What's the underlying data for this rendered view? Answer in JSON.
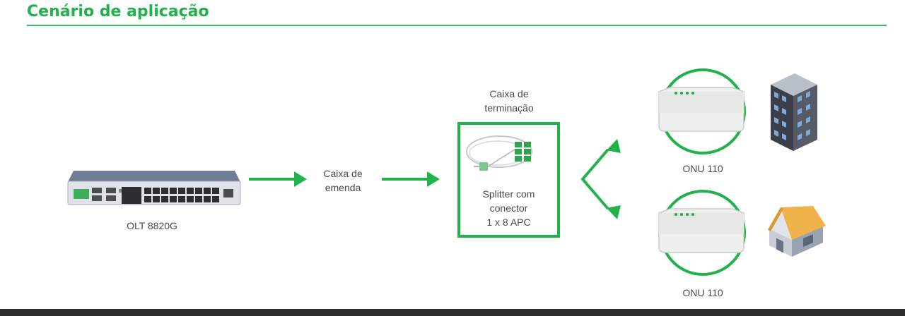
{
  "header": {
    "title": "Cenário de aplicação"
  },
  "diagram": {
    "olt": {
      "label": "OLT 8820G"
    },
    "splice_box": {
      "line1": "Caixa de",
      "line2": "emenda"
    },
    "termination_box": {
      "caption_line1": "Caixa de",
      "caption_line2": "terminação",
      "inner_line1": "Splitter com",
      "inner_line2": "conector",
      "inner_line3": "1 x 8 APC"
    },
    "onu_top": {
      "label": "ONU 110",
      "icon": "building-icon"
    },
    "onu_bottom": {
      "label": "ONU 110",
      "icon": "house-icon"
    }
  },
  "colors": {
    "accent_green": "#21b24b",
    "text_gray": "#4a4a4a",
    "footer_dark": "#2d2d2d"
  }
}
